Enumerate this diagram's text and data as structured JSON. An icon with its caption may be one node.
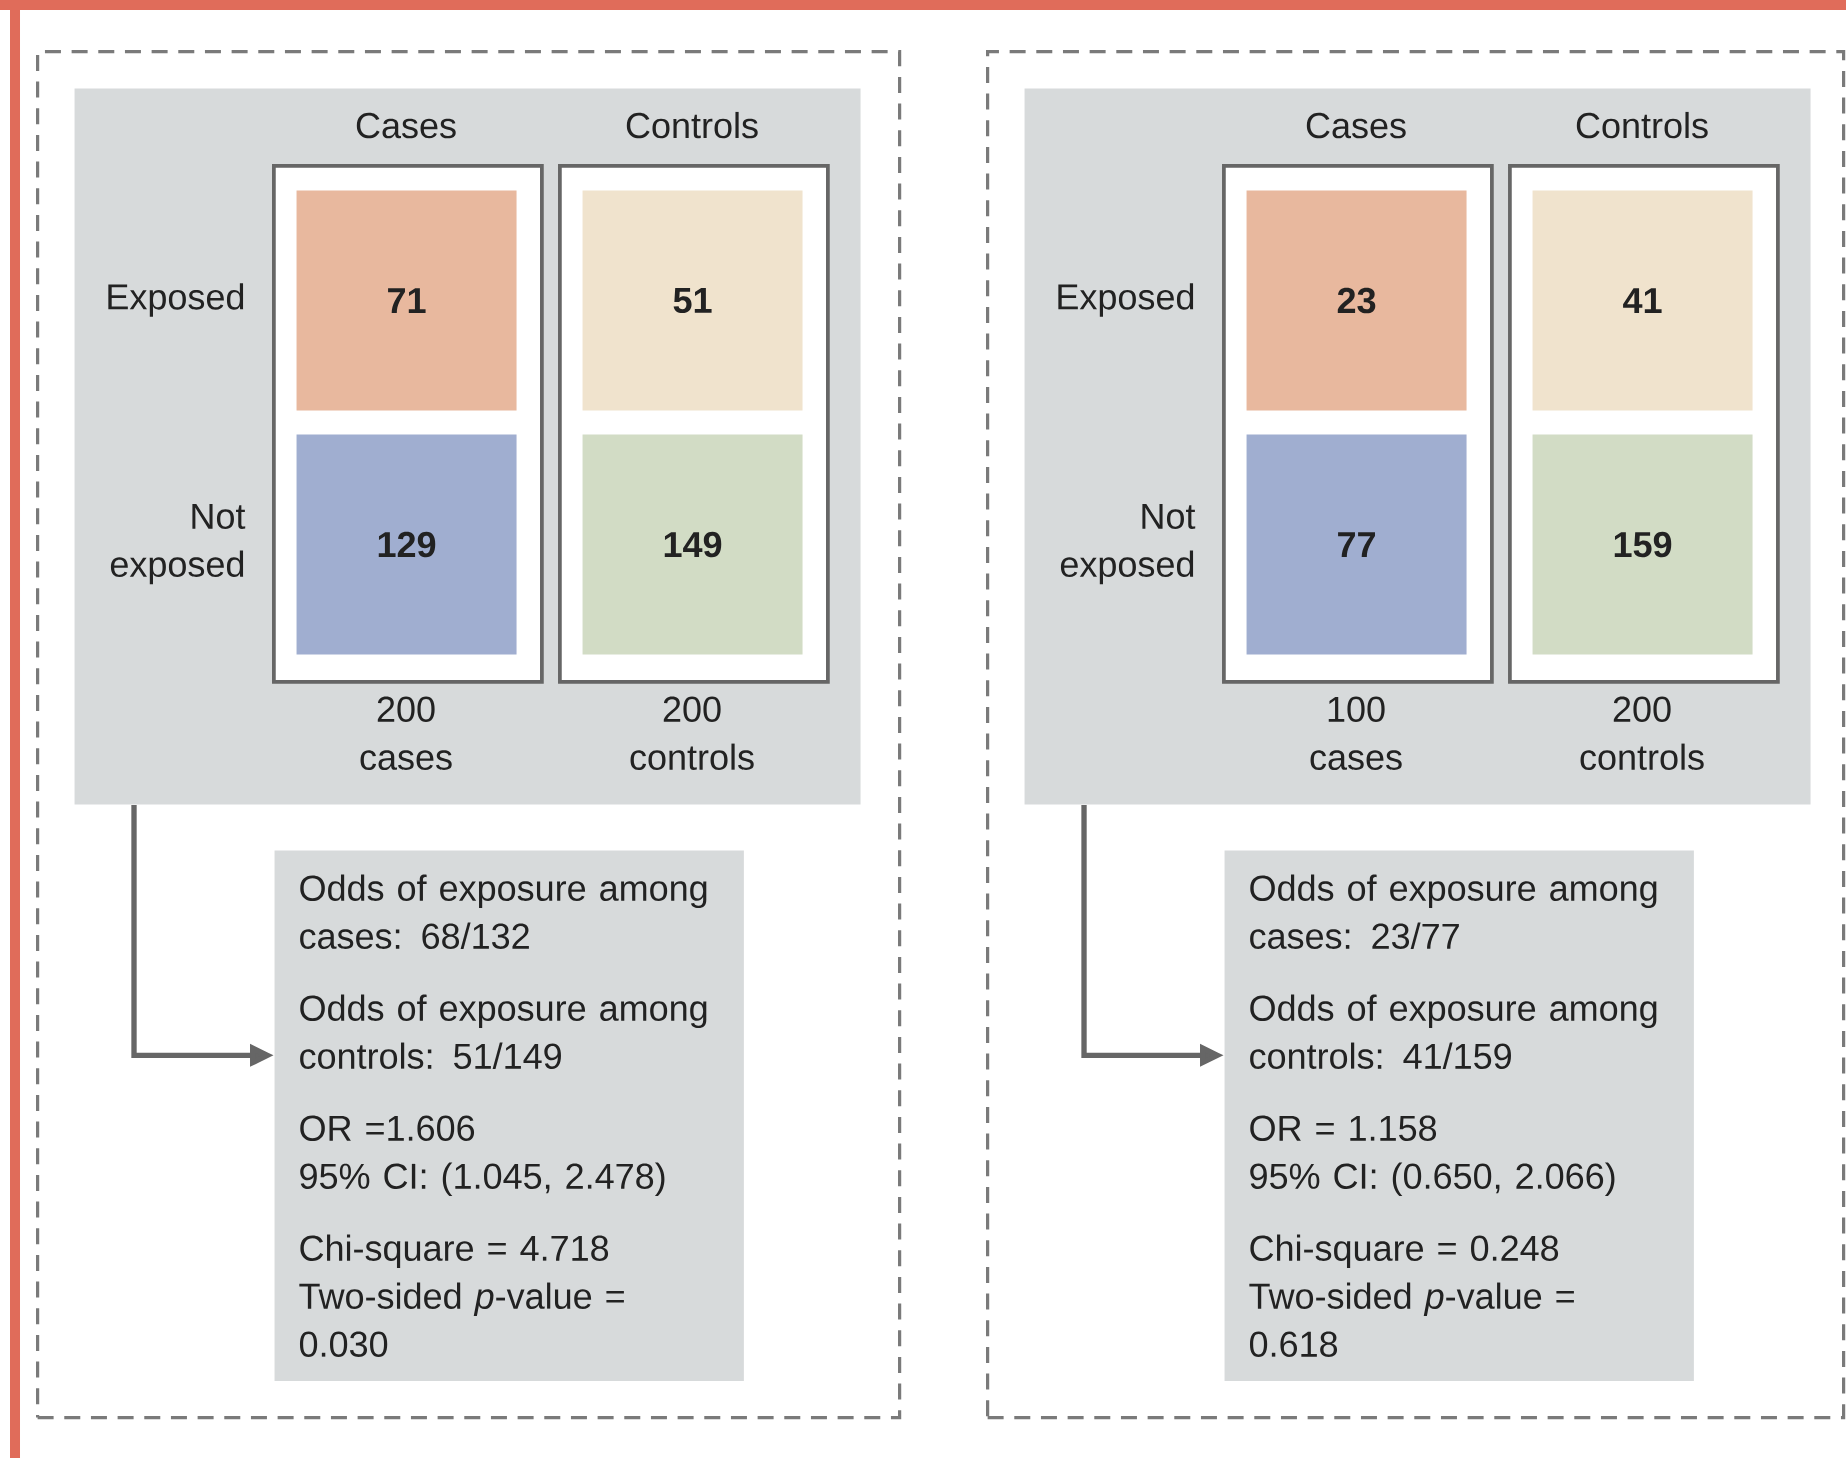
{
  "diagram": {
    "nodes": [
      {
        "text": [],
        "shape": "box"
      },
      {
        "text": [
          "Exposed",
          "Not exposed"
        ],
        "in": 0
      },
      {
        "text": [
          "Cases"
        ],
        "beside": [
          "200 cases"
        ],
        "in": 1
      },
      {
        "text": [
          "71"
        ],
        "in": 2
      },
      {
        "text": [
          "129"
        ],
        "in": 2
      },
      {
        "text": [
          "Controls"
        ],
        "beside": [
          "200 controls"
        ],
        "in": 1
      },
      {
        "text": [
          "51"
        ],
        "in": 5
      },
      {
        "text": [
          "149"
        ],
        "in": 5
      },
      {
        "text": [
          "Odds of exposure among cases: 68/132",
          "Odds of exposure among controls: 51/149",
          "OR =1.606",
          "95% CI: (1.045, 2.478)",
          "Chi-square = 4.718",
          "Two-sided *p*-value = 0.030"
        ],
        "in": 0
      },
      {
        "text": [],
        "shape": "box"
      },
      {
        "text": [
          "Exposed",
          "Not exposed"
        ],
        "in": 9
      },
      {
        "text": [
          "Cases"
        ],
        "beside": [
          "100 cases"
        ],
        "in": 10
      },
      {
        "text": [
          "23"
        ],
        "in": 11
      },
      {
        "text": [
          "77"
        ],
        "in": 11
      },
      {
        "text": [
          "Controls"
        ],
        "beside": [
          "200 controls"
        ],
        "in": 10
      },
      {
        "text": [
          "41"
        ],
        "in": 14
      },
      {
        "text": [
          "159"
        ],
        "in": 14
      },
      {
        "text": [
          "Odds of exposure among cases: 23/77",
          "Odds of exposure among controls: 41/159",
          "OR = 1.158",
          "95% CI: (0.650, 2.066)",
          "Chi-square = 0.248",
          "Two-sided *p*-value = 0.618"
        ],
        "in": 9
      }
    ],
    "edges": [
      {
        "from": 1,
        "to": 8,
        "arrow": "to"
      },
      {
        "from": 10,
        "to": 17,
        "arrow": "to"
      }
    ]
  }
}
